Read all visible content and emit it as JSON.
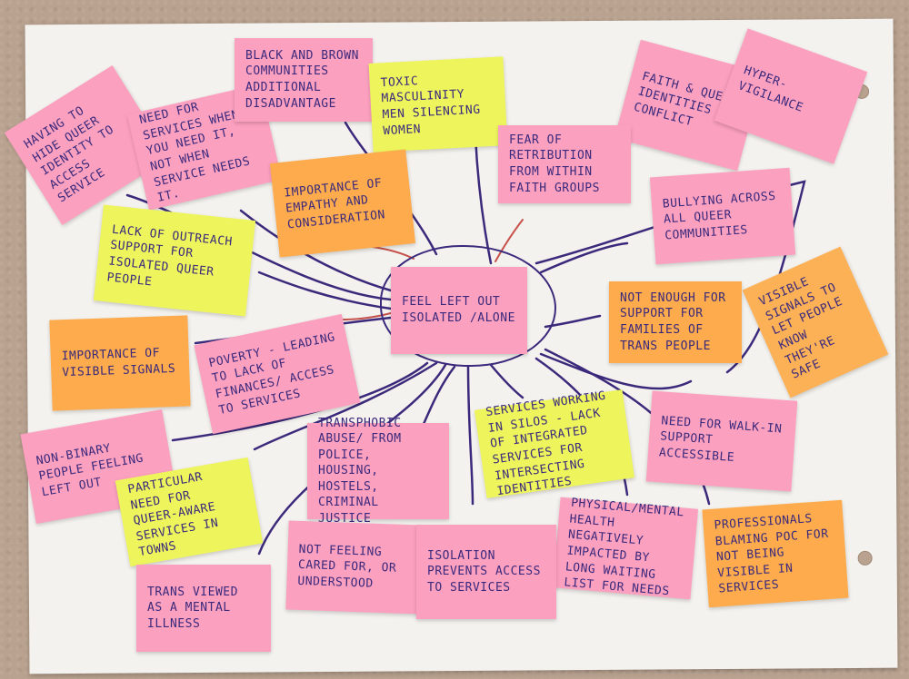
{
  "colors": {
    "pink": "#fca0c0",
    "yellow": "#eef55c",
    "orange": "#fdab4c",
    "ink": "#3b2a7c",
    "red_ink": "#c6514a"
  },
  "notes": {
    "center": "Feel left out isolated /alone",
    "hiding_identity": "Having to hide queer identity to access service",
    "need_services": "Need for services when you need it, not when service needs it.",
    "black_brown": "Black and brown communities additional disadvantage",
    "toxic_masculinity": "Toxic masculinity men silencing women",
    "faith_queer": "Faith & queer identities in conflict",
    "hyper_vigilance": "Hyper-vigilance",
    "empathy": "Importance of empathy and consideration",
    "retribution": "Fear of retribution from within faith groups",
    "bullying": "Bullying across all queer communities",
    "outreach": "Lack of outreach support for isolated queer people",
    "visible_signals_right": "Visible signals to let people know they're safe",
    "not_enough_support": "Not enough for support for families of trans people",
    "importance_signals": "Importance of visible signals",
    "poverty": "Poverty - leading to lack of finances/ access to services",
    "non_binary": "Non-binary people feeling left out",
    "transphobic": "Transphobic abuse/ from police, housing, hostels, criminal justice",
    "silos": "Services working in silos - lack of integrated services for intersecting identities",
    "walk_in": "Need for walk-in support accessible",
    "queer_aware": "Particular need for queer-aware services in towns",
    "physical_mental": "Physical/mental health negatively impacted by long waiting list for needs",
    "professionals": "Professionals blaming POC for not being visible in services",
    "not_feeling_cared": "Not feeling cared for, or understood",
    "isolation_prevents": "Isolation prevents access to services",
    "trans_viewed": "Trans viewed as a mental illness"
  }
}
